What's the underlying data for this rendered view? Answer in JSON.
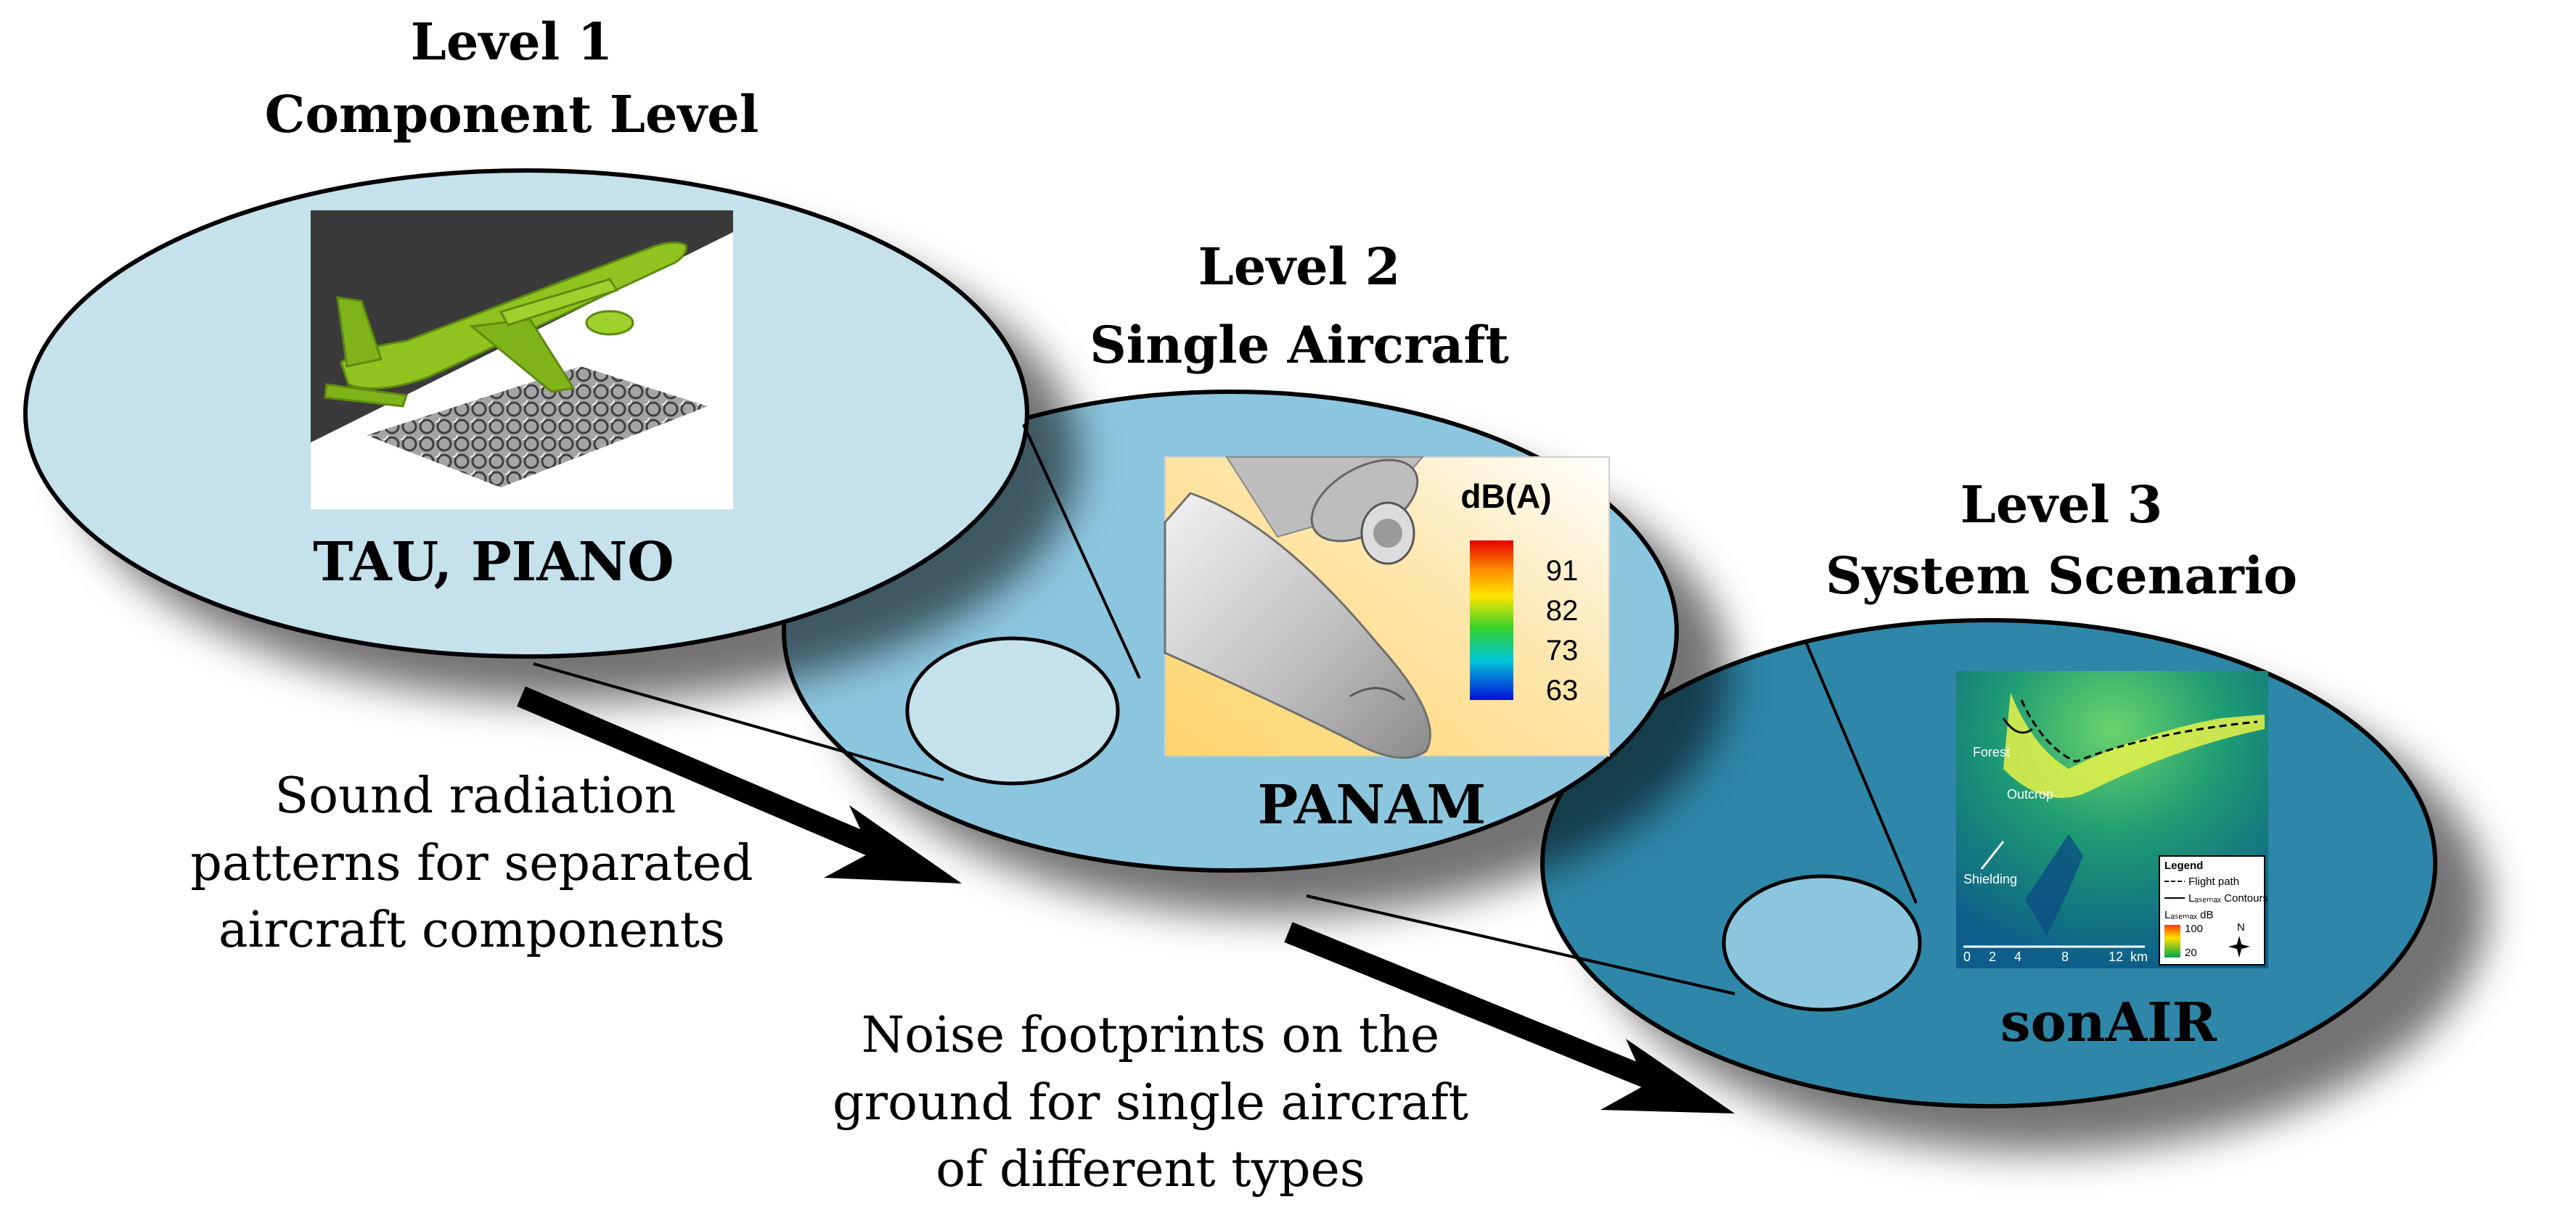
{
  "level1": {
    "title_line1": "Level 1",
    "title_line2": "Component Level",
    "tool": "TAU, PIANO"
  },
  "level2": {
    "title_line1": "Level 2",
    "title_line2": "Single Aircraft",
    "tool": "PANAM"
  },
  "level3": {
    "title_line1": "Level 3",
    "title_line2": "System Scenario",
    "tool": "sonAIR"
  },
  "arrow1_text": [
    "Sound radiation",
    "patterns for separated",
    "aircraft components"
  ],
  "arrow2_text": [
    "Noise footprints on the",
    "ground for single aircraft",
    "of different types"
  ],
  "colorbar": {
    "unit": "dB(A)",
    "ticks": [
      "91",
      "82",
      "73",
      "63"
    ]
  },
  "map": {
    "labels": {
      "forest": "Forest",
      "outcrop": "Outcrop",
      "shielding": "Shielding"
    },
    "legend": {
      "title": "Legend",
      "flight_path": "Flight path",
      "contours": "Lₐₛₑₘₐₓ Contours",
      "unit_row": "Lₐₛₑₘₐₓ   dB",
      "max": "100",
      "min": "20",
      "north": "N"
    },
    "scale": {
      "ticks": [
        "0",
        "2",
        "4",
        "8",
        "12"
      ],
      "unit": "km"
    }
  },
  "colors": {
    "ellipse1": "#c5e1ec",
    "ellipse2": "#8cc6de",
    "ellipse3": "#2d87a8",
    "plane_green": "#8fc31f",
    "arrow": "#000000"
  }
}
